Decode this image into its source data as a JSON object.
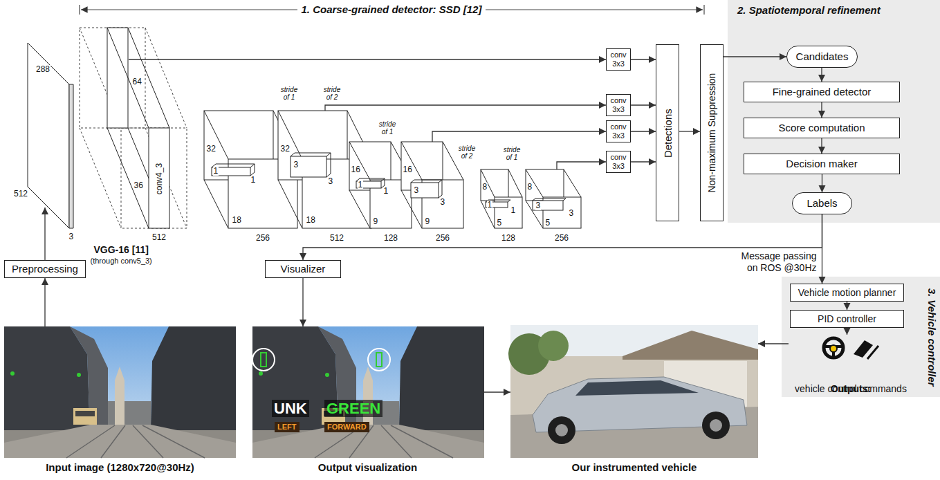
{
  "diagram": {
    "nodes": [
      {
        "text": [
          "conv 3x3"
        ]
      },
      {
        "text": [
          "conv 3x3"
        ]
      },
      {
        "text": [
          "conv 3x3"
        ]
      },
      {
        "text": [
          "conv 3x3"
        ]
      },
      {
        "text": [
          "Detections"
        ]
      },
      {
        "text": [
          "Non-maximum Suppression"
        ]
      },
      {
        "text": [
          "2. Spatiotemporal refinement"
        ]
      },
      {
        "text": [
          "Candidates"
        ],
        "in": 6
      },
      {
        "text": [
          "Fine-grained detector"
        ],
        "in": 6
      },
      {
        "text": [
          "Score computation"
        ],
        "in": 6
      },
      {
        "text": [
          "Decision maker"
        ],
        "in": 6
      },
      {
        "text": [
          "Labels"
        ],
        "in": 6
      },
      {
        "text": [
          "Preprocessing"
        ]
      },
      {
        "text": [
          "Visualizer"
        ]
      },
      {
        "text": [
          "3. Vehicle controller"
        ]
      },
      {
        "text": [
          "Vehicle motion planner"
        ],
        "in": 14
      },
      {
        "text": [
          "PID controller"
        ],
        "in": 14
      },
      {
        "text": [
          "Outputs:",
          "vehicle control commands"
        ],
        "in": 14
      },
      {
        "text": [
          "Input image (1280x720@30Hz)"
        ]
      },
      {
        "text": [
          "UNK",
          "GREEN",
          "LEFT",
          "FORWARD",
          "Output visualization"
        ]
      },
      {
        "text": [
          "Our instrumented vehicle"
        ]
      }
    ],
    "edges": [
      {
        "from": 0,
        "to": 4,
        "arrow": "to"
      },
      {
        "from": 1,
        "to": 4,
        "arrow": "to"
      },
      {
        "from": 2,
        "to": 4,
        "arrow": "to"
      },
      {
        "from": 3,
        "to": 4,
        "arrow": "to"
      },
      {
        "from": 4,
        "to": 5,
        "arrow": "to"
      },
      {
        "from": 5,
        "to": 7,
        "arrow": "to"
      },
      {
        "from": 7,
        "to": 8,
        "arrow": "to"
      },
      {
        "from": 8,
        "to": 9,
        "arrow": "to"
      },
      {
        "from": 9,
        "to": 10,
        "arrow": "to"
      },
      {
        "from": 10,
        "to": 11,
        "arrow": "to"
      },
      {
        "from": 11,
        "to": 13,
        "arrow": "to"
      },
      {
        "from": 11,
        "to": 15,
        "arrow": "to",
        "label": "Message passing on ROS @30Hz"
      },
      {
        "from": 15,
        "to": 16,
        "arrow": "to"
      },
      {
        "from": 16,
        "to": 17,
        "arrow": "to"
      },
      {
        "from": 17,
        "to": 20,
        "arrow": "to"
      },
      {
        "from": 18,
        "to": 12,
        "arrow": "to"
      },
      {
        "from": 13,
        "to": 19,
        "arrow": "to"
      },
      {
        "from": 19,
        "to": 20,
        "arrow": "to"
      }
    ],
    "labels": [
      "1. Coarse-grained detector: SSD [12]",
      "288",
      "512",
      "3",
      "64",
      "36",
      "conv4_3",
      "512",
      "VGG-16 [11]",
      "(through conv5_3)",
      "32",
      "1",
      "1",
      "18",
      "256",
      "stride of 1",
      "32",
      "3",
      "3",
      "18",
      "512",
      "stride of 2",
      "stride of 1",
      "16",
      "1",
      "1",
      "9",
      "128",
      "16",
      "3",
      "3",
      "9",
      "256",
      "stride of 2",
      "stride of 1",
      "8",
      "1",
      "1",
      "5",
      "128",
      "8",
      "3",
      "3",
      "5",
      "256"
    ]
  }
}
